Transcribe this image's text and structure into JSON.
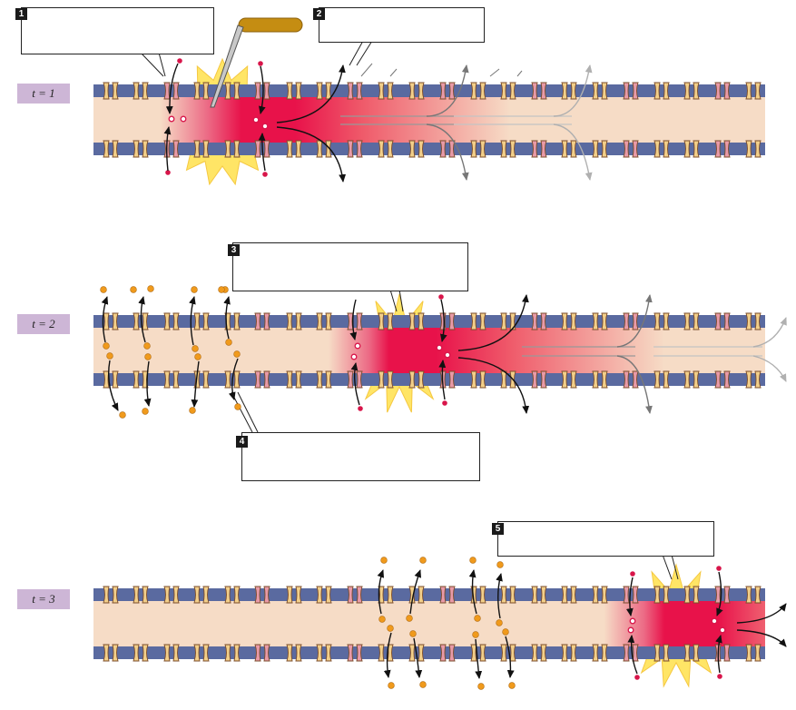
{
  "rows": [
    {
      "time_label": "t = 1",
      "step_markers": [
        "1",
        "2"
      ]
    },
    {
      "time_label": "t = 2",
      "step_markers": [
        "3",
        "4"
      ]
    },
    {
      "time_label": "t = 3",
      "step_markers": [
        "5"
      ]
    }
  ],
  "colors": {
    "membrane": "#5a6aa0",
    "axoplasm": "#f6dcc6",
    "depolarized": "#e8194f",
    "na_channel": "#e89aa8",
    "k_channel": "#f2cf8a",
    "na_ion": "#d8154a",
    "k_ion": "#f09a1c",
    "flash": "#ffe566",
    "electrode": "#c58d12",
    "label_bg": "#cdb6d6"
  }
}
